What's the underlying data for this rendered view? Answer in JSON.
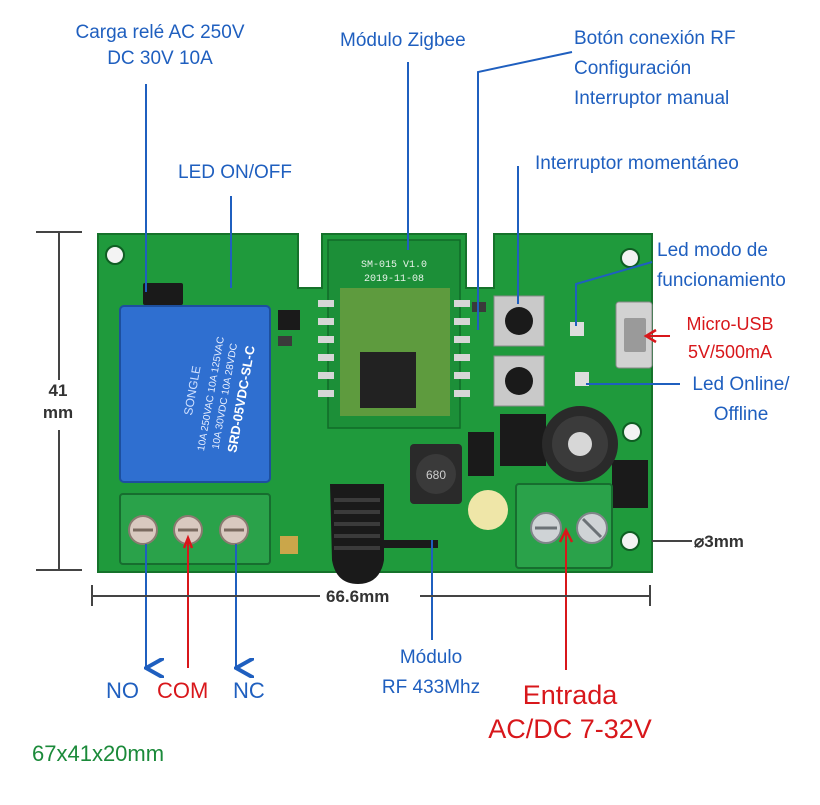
{
  "labels": {
    "relay_load_line1": "Carga relé AC 250V",
    "relay_load_line2": "DC 30V 10A",
    "zigbee_module": "Módulo Zigbee",
    "rf_button_line1": "Botón conexión RF",
    "rf_button_line2": "Configuración",
    "rf_button_line3": "Interruptor manual",
    "led_onoff": "LED ON/OFF",
    "momentary_switch": "Interruptor momentáneo",
    "mode_led_line1": "Led modo de",
    "mode_led_line2": "funcionamiento",
    "micro_usb_line1": "Micro-USB",
    "micro_usb_line2": "5V/500mA",
    "online_led_line1": "Led Online/",
    "online_led_line2": "Offline",
    "height_dim_value": "41",
    "height_dim_unit": "mm",
    "width_dim": "66.6mm",
    "hole_dim": "⌀3mm",
    "terminal_no": "NO",
    "terminal_com": "COM",
    "terminal_nc": "NC",
    "rf_module_line1": "Módulo",
    "rf_module_line2": "RF 433Mhz",
    "input_line1": "Entrada",
    "input_line2": "AC/DC 7-32V",
    "overall_size": "67x41x20mm"
  },
  "board_text": {
    "zigbee_model": "SM-015 V1.0",
    "zigbee_date": "2019-11-08",
    "relay_brand": "SONGLE",
    "relay_model": "SRD-05VDC-SL-C",
    "relay_rating1": "10A 250VAC  10A 125VAC",
    "relay_rating2": "10A 30VDC  10A 28VDC",
    "inductor": "680"
  },
  "colors": {
    "pcb": "#1f9a3c",
    "relay": "#2f6fd0",
    "terminal": "#2aa24a",
    "label_blue": "#1f5fbf",
    "label_red": "#d8171b",
    "size_green": "#1b8a3a"
  }
}
